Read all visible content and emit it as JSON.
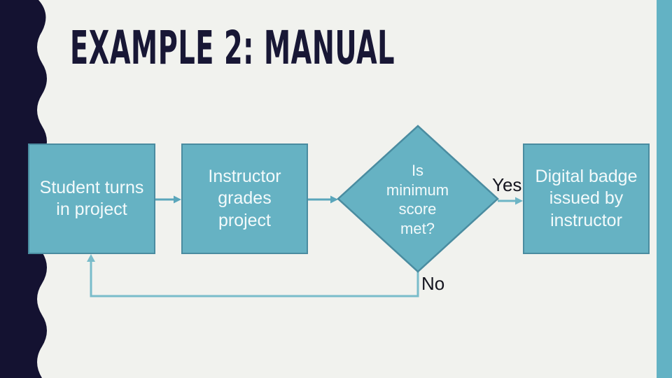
{
  "title": "EXAMPLE 2: MANUAL",
  "flowchart": {
    "nodes": [
      {
        "id": "student",
        "shape": "rectangle",
        "label": "Student turns in project",
        "lines": [
          "Student turns",
          "in project"
        ]
      },
      {
        "id": "instructor",
        "shape": "rectangle",
        "label": "Instructor grades project",
        "lines": [
          "Instructor",
          "grades",
          "project"
        ]
      },
      {
        "id": "decision",
        "shape": "diamond",
        "label": "Is minimum score met?",
        "lines": [
          "Is",
          "minimum",
          "score",
          "met?"
        ]
      },
      {
        "id": "badge",
        "shape": "rectangle",
        "label": "Digital badge issued by instructor",
        "lines": [
          "Digital badge",
          "issued by",
          "instructor"
        ]
      }
    ],
    "edges": [
      {
        "from": "student",
        "to": "instructor",
        "label": ""
      },
      {
        "from": "instructor",
        "to": "decision",
        "label": ""
      },
      {
        "from": "decision",
        "to": "badge",
        "label": "Yes"
      },
      {
        "from": "decision",
        "to": "student",
        "label": "No"
      }
    ],
    "yes_label": "Yes",
    "no_label": "No"
  },
  "colors": {
    "background": "#f1f2ee",
    "navy_decoration": "#141231",
    "title_text": "#181735",
    "node_fill": "#66b2c3",
    "node_border": "#4a8ca0",
    "node_text": "#f3fafb",
    "arrow": "#5aa6bb",
    "feedback_line": "#79bcca",
    "accent_bar": "#63b2c4",
    "edge_label_text": "#15151f"
  }
}
